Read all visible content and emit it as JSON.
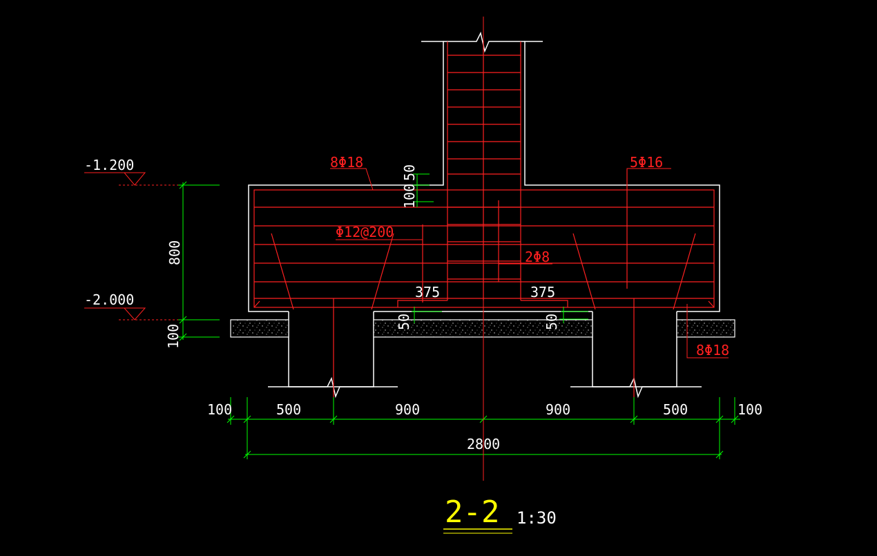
{
  "drawing": {
    "title": "2-2",
    "scale": "1:30",
    "elevation_top": "-1.200",
    "elevation_bottom": "-2.000",
    "height_dim": "800",
    "pad_dim": "100",
    "rebar_top": "8Φ18",
    "rebar_side": "5Φ16",
    "stirrup": "Φ12@200",
    "tie": "2Φ8",
    "rebar_bottom": "8Φ18",
    "cover_50": "50",
    "cover_100": "100",
    "offset_left": "375",
    "offset_right": "375",
    "cover_bottom_left": "50",
    "cover_bottom_right": "50",
    "dims_bottom": [
      "100",
      "500",
      "900",
      "900",
      "500",
      "100"
    ],
    "dim_total": "2800"
  },
  "colors": {
    "background": "#000000",
    "outline": "#ffffff",
    "rebar": "#ff2020",
    "dimension": "#00ff00",
    "title": "#ffff00"
  }
}
